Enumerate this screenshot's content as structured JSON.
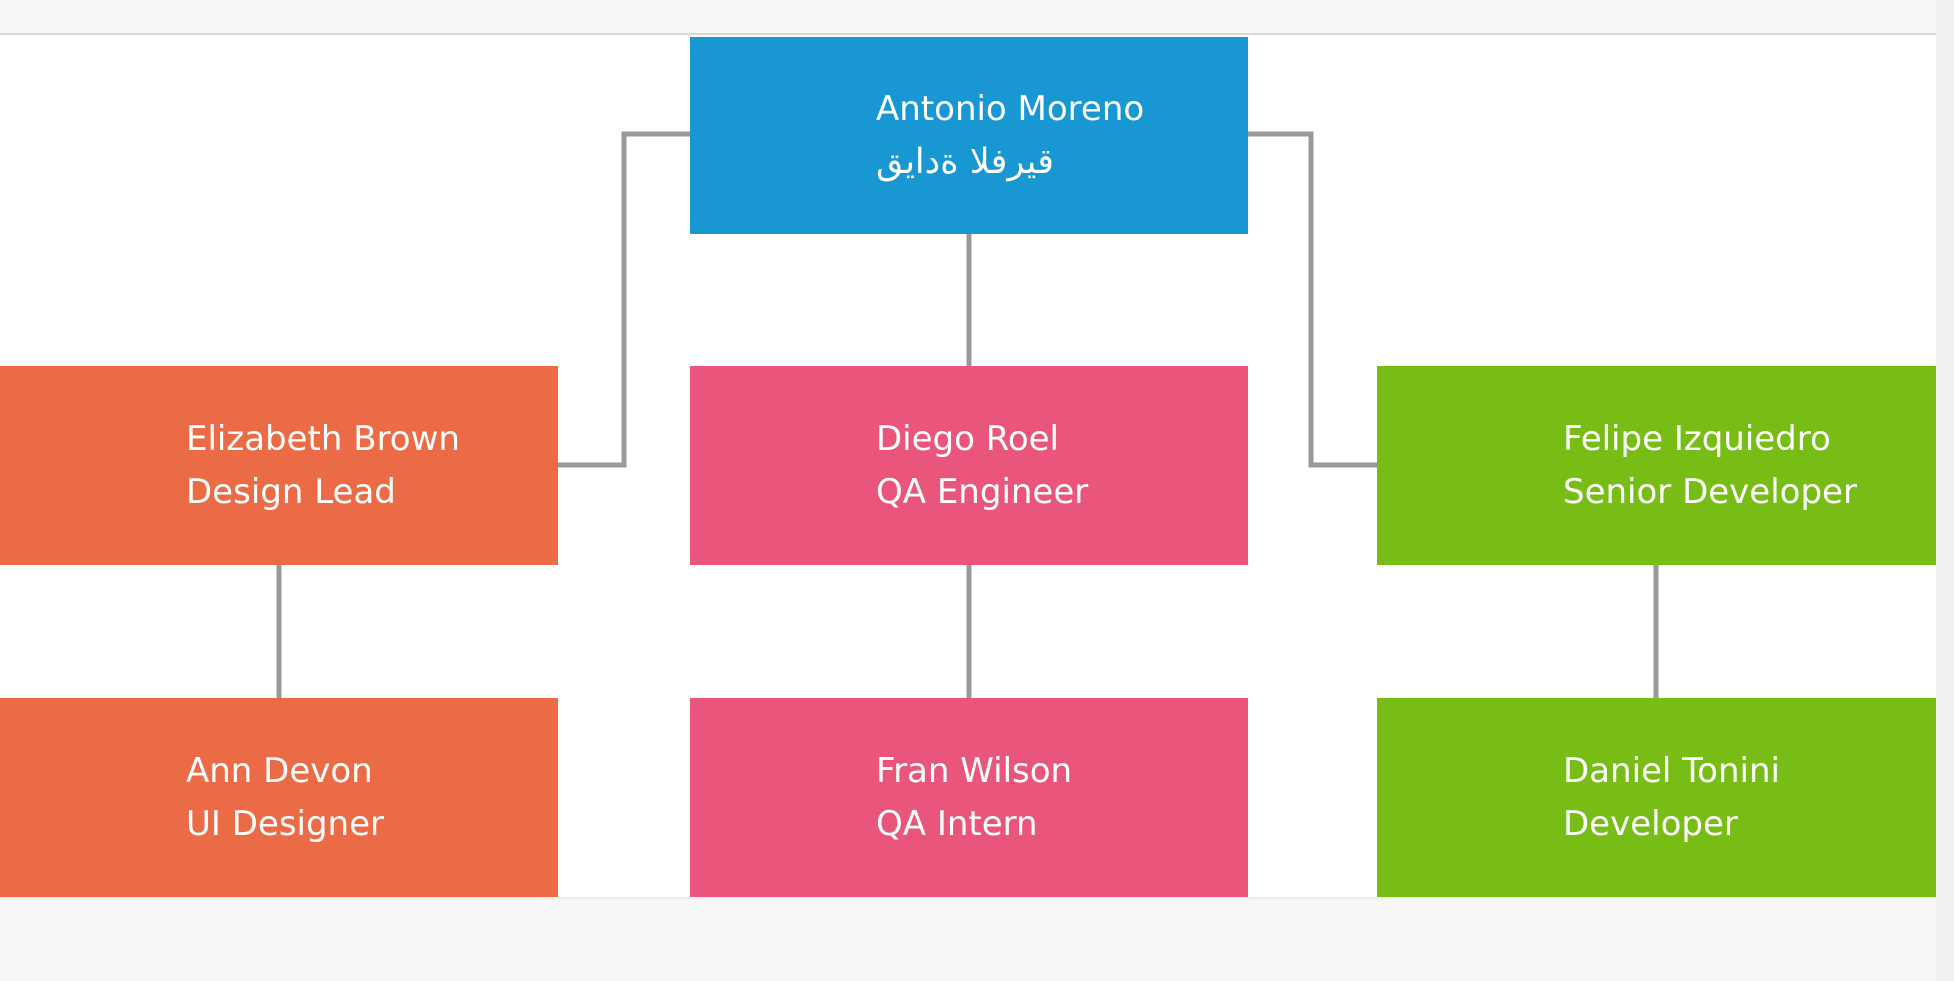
{
  "canvas": {
    "background": "#ffffff",
    "top_band_color": "#f7f7f7",
    "divider_color": "#d8d8d8",
    "bottom_band_color": "#f7f7f7",
    "scrollbar_track_color": "#f0f0f0",
    "connector_color": "#999999",
    "annotation_color": "#0c0c0c",
    "node_text_color": "#ffffff"
  },
  "org_chart": {
    "nodes": [
      {
        "id": "antonio-moreno",
        "name": "Antonio Moreno",
        "role": "قيادة الفريق",
        "color": "#1897d3",
        "underline_annotation": true
      },
      {
        "id": "elizabeth-brown",
        "name": "Elizabeth Brown",
        "role": "Design Lead",
        "color": "#ec6b47",
        "underline_annotation": false
      },
      {
        "id": "diego-roel",
        "name": "Diego Roel",
        "role": "QA Engineer",
        "color": "#ea567b",
        "underline_annotation": false
      },
      {
        "id": "felipe-izquiedro",
        "name": "Felipe Izquiedro",
        "role": "Senior Developer",
        "color": "#77bd15",
        "underline_annotation": false
      },
      {
        "id": "ann-devon",
        "name": "Ann Devon",
        "role": "UI Designer",
        "color": "#ec6b47",
        "underline_annotation": false
      },
      {
        "id": "fran-wilson",
        "name": "Fran Wilson",
        "role": "QA Intern",
        "color": "#ea567b",
        "underline_annotation": false
      },
      {
        "id": "daniel-tonini",
        "name": "Daniel Tonini",
        "role": "Developer",
        "color": "#77bd15",
        "underline_annotation": false
      }
    ],
    "edges": [
      {
        "from": "antonio-moreno",
        "to": "elizabeth-brown"
      },
      {
        "from": "antonio-moreno",
        "to": "diego-roel"
      },
      {
        "from": "antonio-moreno",
        "to": "felipe-izquiedro"
      },
      {
        "from": "elizabeth-brown",
        "to": "ann-devon"
      },
      {
        "from": "diego-roel",
        "to": "fran-wilson"
      },
      {
        "from": "felipe-izquiedro",
        "to": "daniel-tonini"
      }
    ]
  }
}
